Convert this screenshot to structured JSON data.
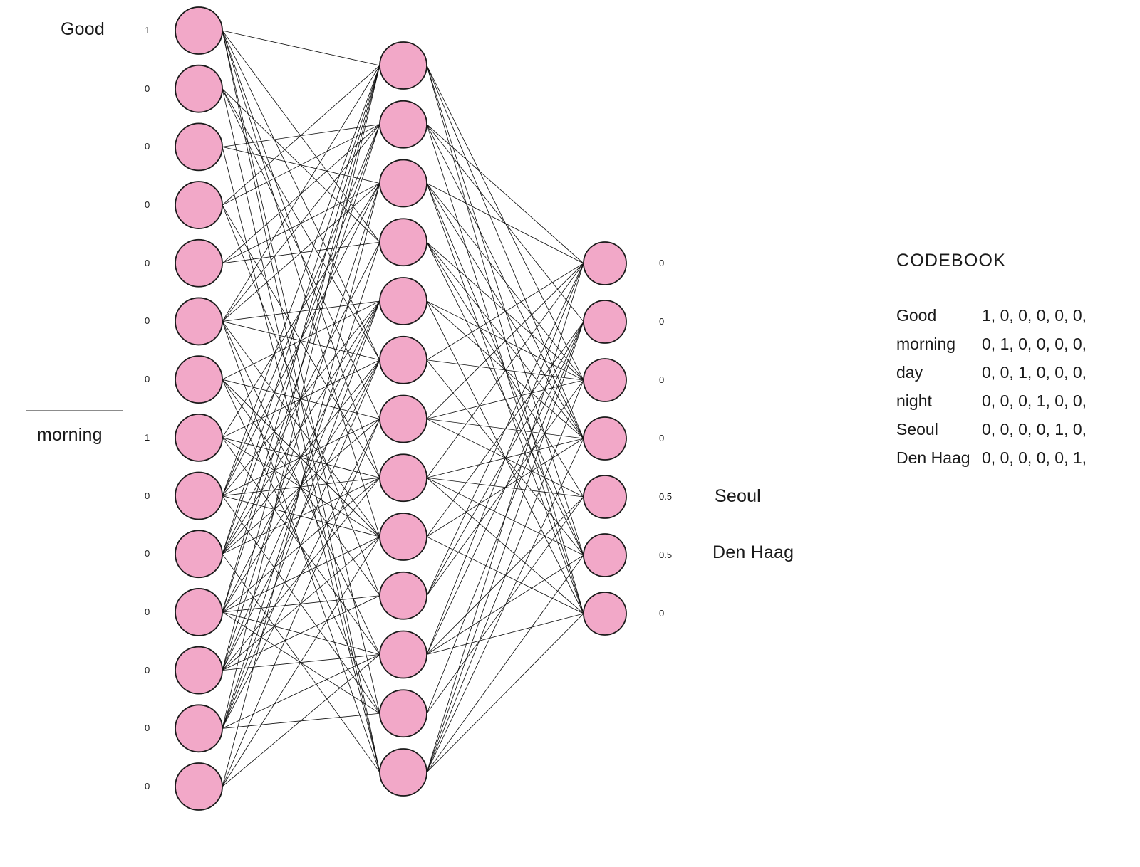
{
  "diagram": {
    "type": "neural-network",
    "title": "",
    "node_fill": "#f2a8c8",
    "node_stroke": "#1a1a1a",
    "edge_color": "#111111",
    "divider_color": "#8c8c8c"
  },
  "input_layer": {
    "name": "input-layer",
    "count": 14,
    "values": [
      "1",
      "0",
      "0",
      "0",
      "0",
      "0",
      "0",
      "1",
      "0",
      "0",
      "0",
      "0",
      "0",
      "0"
    ],
    "word_labels": [
      {
        "text": "Good",
        "index": 0
      },
      {
        "text": "morning",
        "index": 7
      }
    ]
  },
  "hidden_layer": {
    "name": "hidden-layer",
    "count": 13
  },
  "output_layer": {
    "name": "output-layer",
    "count": 7,
    "values": [
      "0",
      "0",
      "0",
      "0",
      "0.5",
      "0.5",
      "0"
    ],
    "word_labels": [
      {
        "text": "Seoul",
        "index": 4
      },
      {
        "text": "Den Haag",
        "index": 5
      }
    ]
  },
  "codebook": {
    "title": "CODEBOOK",
    "rows": [
      {
        "word": "Good",
        "vector": "1, 0, 0, 0, 0, 0,"
      },
      {
        "word": "morning",
        "vector": "0, 1, 0, 0, 0, 0,"
      },
      {
        "word": "day",
        "vector": "0, 0, 1, 0, 0, 0,"
      },
      {
        "word": "night",
        "vector": "0, 0, 0, 1, 0, 0,"
      },
      {
        "word": "Seoul",
        "vector": "0, 0, 0, 0, 1, 0,"
      },
      {
        "word": "Den Haag",
        "vector": "0, 0, 0, 0, 0, 1,"
      }
    ]
  },
  "chart_data": {
    "type": "diagram",
    "layers": [
      {
        "name": "input",
        "nodes": 14,
        "values": [
          1,
          0,
          0,
          0,
          0,
          0,
          0,
          1,
          0,
          0,
          0,
          0,
          0,
          0
        ]
      },
      {
        "name": "hidden",
        "nodes": 13,
        "values": []
      },
      {
        "name": "output",
        "nodes": 7,
        "values": [
          0,
          0,
          0,
          0,
          0.5,
          0.5,
          0
        ]
      }
    ],
    "annotations": [
      "Good",
      "morning",
      "Seoul",
      "Den Haag",
      "CODEBOOK"
    ]
  }
}
